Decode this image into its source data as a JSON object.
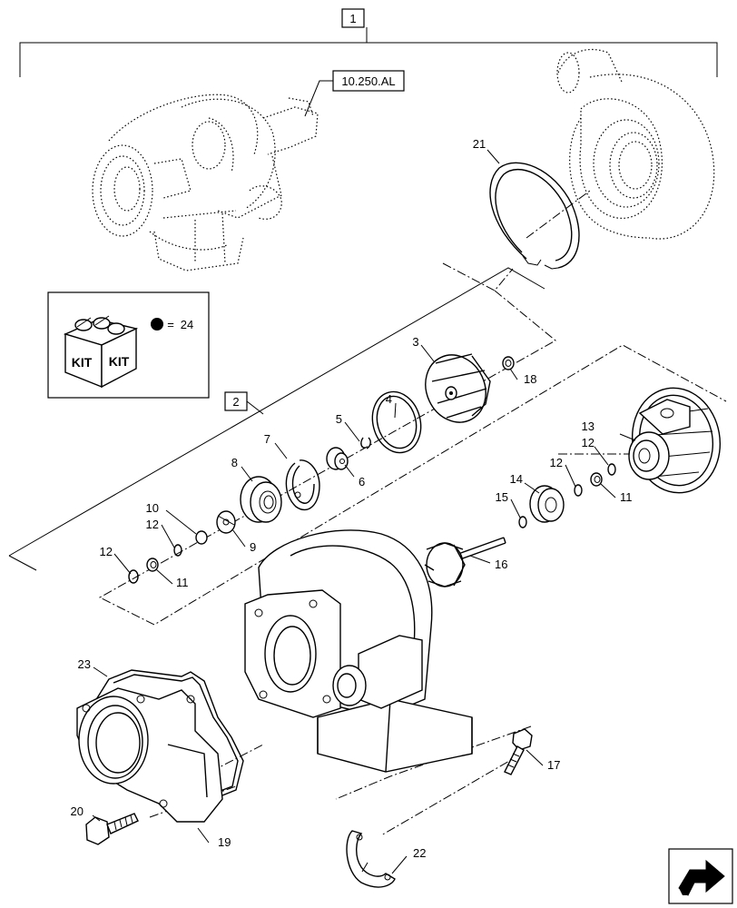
{
  "assembly_ref": "1",
  "subassembly_ref": "2",
  "cross_ref": "10.250.AL",
  "kit": {
    "label_left": "KIT",
    "label_right": "KIT",
    "equals": "=",
    "ref": "24"
  },
  "callouts": [
    {
      "id": "c3",
      "text": "3"
    },
    {
      "id": "c4",
      "text": "4"
    },
    {
      "id": "c5",
      "text": "5"
    },
    {
      "id": "c6",
      "text": "6"
    },
    {
      "id": "c7",
      "text": "7"
    },
    {
      "id": "c8",
      "text": "8"
    },
    {
      "id": "c9",
      "text": "9"
    },
    {
      "id": "c10",
      "text": "10"
    },
    {
      "id": "c11a",
      "text": "11"
    },
    {
      "id": "c11b",
      "text": "11"
    },
    {
      "id": "c12a",
      "text": "12"
    },
    {
      "id": "c12b",
      "text": "12"
    },
    {
      "id": "c12c",
      "text": "12"
    },
    {
      "id": "c12d",
      "text": "12"
    },
    {
      "id": "c13",
      "text": "13"
    },
    {
      "id": "c14",
      "text": "14"
    },
    {
      "id": "c15",
      "text": "15"
    },
    {
      "id": "c16",
      "text": "16"
    },
    {
      "id": "c17",
      "text": "17"
    },
    {
      "id": "c18",
      "text": "18"
    },
    {
      "id": "c19",
      "text": "19"
    },
    {
      "id": "c20",
      "text": "20"
    },
    {
      "id": "c21",
      "text": "21"
    },
    {
      "id": "c22",
      "text": "22"
    },
    {
      "id": "c23",
      "text": "23"
    }
  ]
}
